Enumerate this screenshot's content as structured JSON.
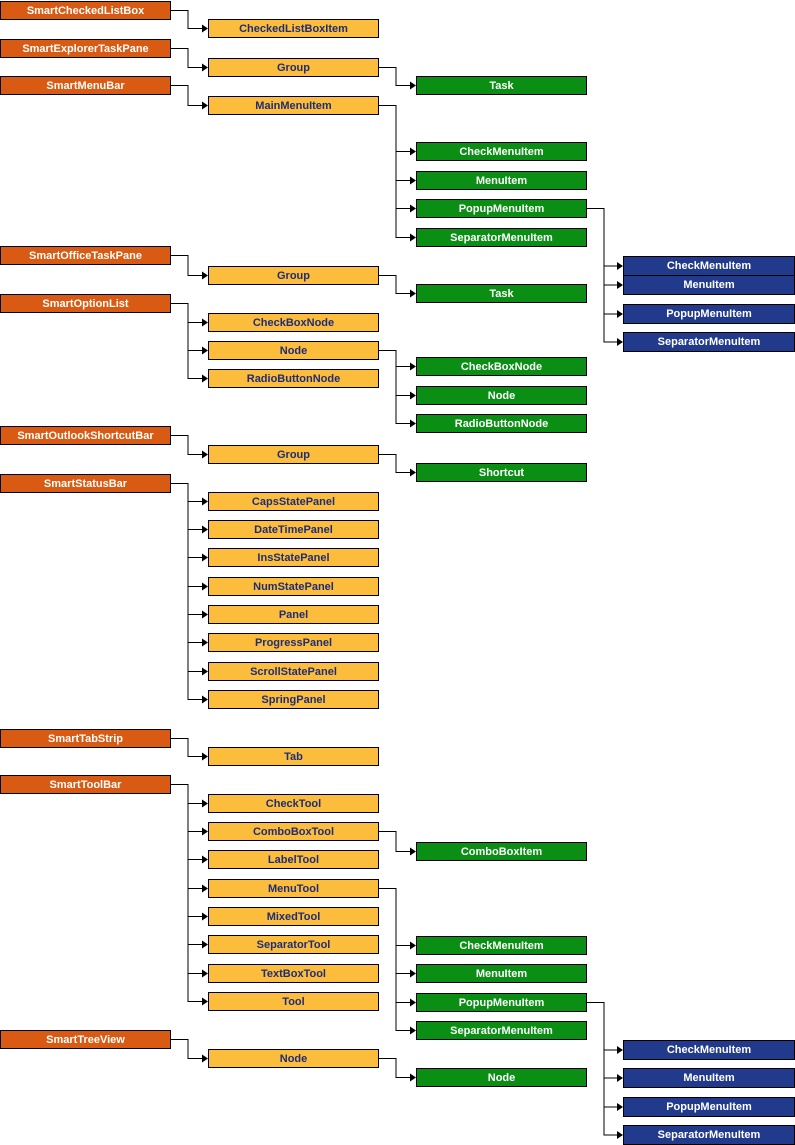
{
  "colors": {
    "level0": "#d95a12",
    "level1": "#fbbd3b",
    "level2": "#0a8f14",
    "level3": "#223a8c",
    "connector": "#000000"
  },
  "tree": [
    {
      "label": "SmartCheckedListBox",
      "children": [
        {
          "label": "CheckedListBoxItem"
        }
      ]
    },
    {
      "label": "SmartExplorerTaskPane",
      "children": [
        {
          "label": "Group",
          "children": [
            {
              "label": "Task"
            }
          ]
        }
      ]
    },
    {
      "label": "SmartMenuBar",
      "children": [
        {
          "label": "MainMenuItem",
          "children": [
            {
              "label": "CheckMenuItem"
            },
            {
              "label": "MenuItem"
            },
            {
              "label": "PopupMenuItem",
              "children": [
                {
                  "label": "CheckMenuItem"
                },
                {
                  "label": "MenuItem"
                },
                {
                  "label": "PopupMenuItem"
                },
                {
                  "label": "SeparatorMenuItem"
                }
              ]
            },
            {
              "label": "SeparatorMenuItem"
            }
          ]
        }
      ]
    },
    {
      "label": "SmartOfficeTaskPane",
      "children": [
        {
          "label": "Group",
          "children": [
            {
              "label": "Task"
            }
          ]
        }
      ]
    },
    {
      "label": "SmartOptionList",
      "children": [
        {
          "label": "CheckBoxNode"
        },
        {
          "label": "Node",
          "children": [
            {
              "label": "CheckBoxNode"
            },
            {
              "label": "Node"
            },
            {
              "label": "RadioButtonNode"
            }
          ]
        },
        {
          "label": "RadioButtonNode"
        }
      ]
    },
    {
      "label": "SmartOutlookShortcutBar",
      "children": [
        {
          "label": "Group",
          "children": [
            {
              "label": "Shortcut"
            }
          ]
        }
      ]
    },
    {
      "label": "SmartStatusBar",
      "children": [
        {
          "label": "CapsStatePanel"
        },
        {
          "label": "DateTimePanel"
        },
        {
          "label": "InsStatePanel"
        },
        {
          "label": "NumStatePanel"
        },
        {
          "label": "Panel"
        },
        {
          "label": "ProgressPanel"
        },
        {
          "label": "ScrollStatePanel"
        },
        {
          "label": "SpringPanel"
        }
      ]
    },
    {
      "label": "SmartTabStrip",
      "children": [
        {
          "label": "Tab"
        }
      ]
    },
    {
      "label": "SmartToolBar",
      "children": [
        {
          "label": "CheckTool"
        },
        {
          "label": "ComboBoxTool",
          "children": [
            {
              "label": "ComboBoxItem"
            }
          ]
        },
        {
          "label": "LabelTool"
        },
        {
          "label": "MenuTool",
          "children": [
            {
              "label": "CheckMenuItem"
            },
            {
              "label": "MenuItem"
            },
            {
              "label": "PopupMenuItem",
              "children": [
                {
                  "label": "CheckMenuItem"
                },
                {
                  "label": "MenuItem"
                },
                {
                  "label": "PopupMenuItem"
                },
                {
                  "label": "SeparatorMenuItem"
                }
              ]
            },
            {
              "label": "SeparatorMenuItem"
            }
          ]
        },
        {
          "label": "MixedTool"
        },
        {
          "label": "SeparatorTool"
        },
        {
          "label": "TextBoxTool"
        },
        {
          "label": "Tool"
        }
      ]
    },
    {
      "label": "SmartTreeView",
      "children": [
        {
          "label": "Node",
          "children": [
            {
              "label": "Node"
            }
          ]
        }
      ]
    }
  ]
}
